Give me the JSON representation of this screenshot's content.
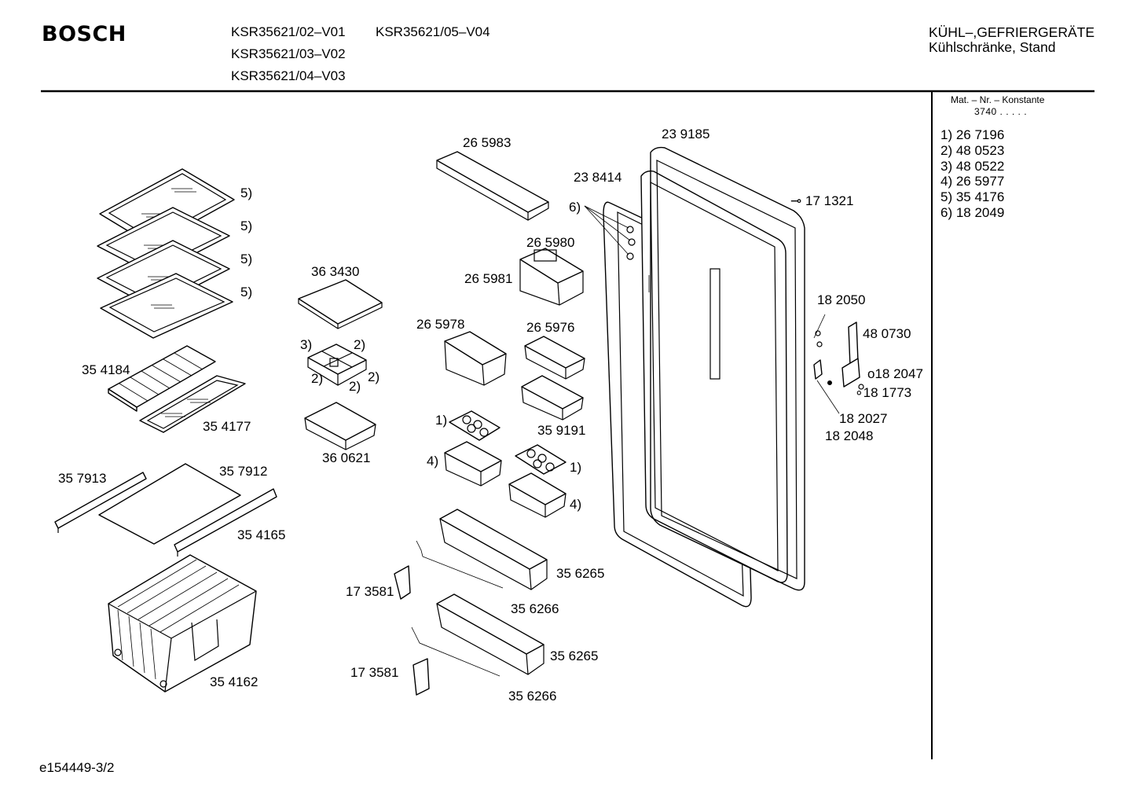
{
  "header": {
    "brand": "BOSCH",
    "models": [
      "KSR35621/02–V01",
      "KSR35621/05–V04",
      "KSR35621/03–V02",
      "KSR35621/04–V03"
    ],
    "category_line1": "KÜHL–,GEFRIERGERÄTE",
    "category_line2": "Kühlschränke, Stand"
  },
  "sidebar": {
    "heading": "Mat. – Nr. – Konstante",
    "constant": "3740  .  .  .  .  .",
    "items": [
      "1) 26 7196",
      "2) 48 0523",
      "3) 48 0522",
      "4) 26 5977",
      "5) 35 4176",
      "6) 18 2049"
    ]
  },
  "labels": {
    "l_265983": "26 5983",
    "l_239185": "23 9185",
    "l_238414": "23 8414",
    "l_171321": "17 1321",
    "l_6": "6)",
    "l_5a": "5)",
    "l_5b": "5)",
    "l_5c": "5)",
    "l_5d": "5)",
    "l_265980": "26 5980",
    "l_265981": "26 5981",
    "l_363430": "36 3430",
    "l_182050": "18 2050",
    "l_265978": "26 5978",
    "l_265976": "26 5976",
    "l_480730": "48 0730",
    "l_3": "3)",
    "l_2a": "2)",
    "l_2b": "2)",
    "l_2c": "2)",
    "l_2d": "2)",
    "l_354184": "35 4184",
    "l_182047": "18 2047",
    "l_181773": "18 1773",
    "l_182027": "18 2027",
    "l_182048": "18 2048",
    "l_354177": "35 4177",
    "l_1a": "1)",
    "l_359191": "35 9191",
    "l_360621": "36 0621",
    "l_4a": "4)",
    "l_1b": "1)",
    "l_357913": "35 7913",
    "l_357912": "35 7912",
    "l_4b": "4)",
    "l_354165": "35 4165",
    "l_356265a": "35 6265",
    "l_173581a": "17 3581",
    "l_356266a": "35 6266",
    "l_356265b": "35 6265",
    "l_354162": "35 4162",
    "l_173581b": "17 3581",
    "l_356266b": "35 6266"
  },
  "footer": {
    "code": "e154449-3/2"
  }
}
